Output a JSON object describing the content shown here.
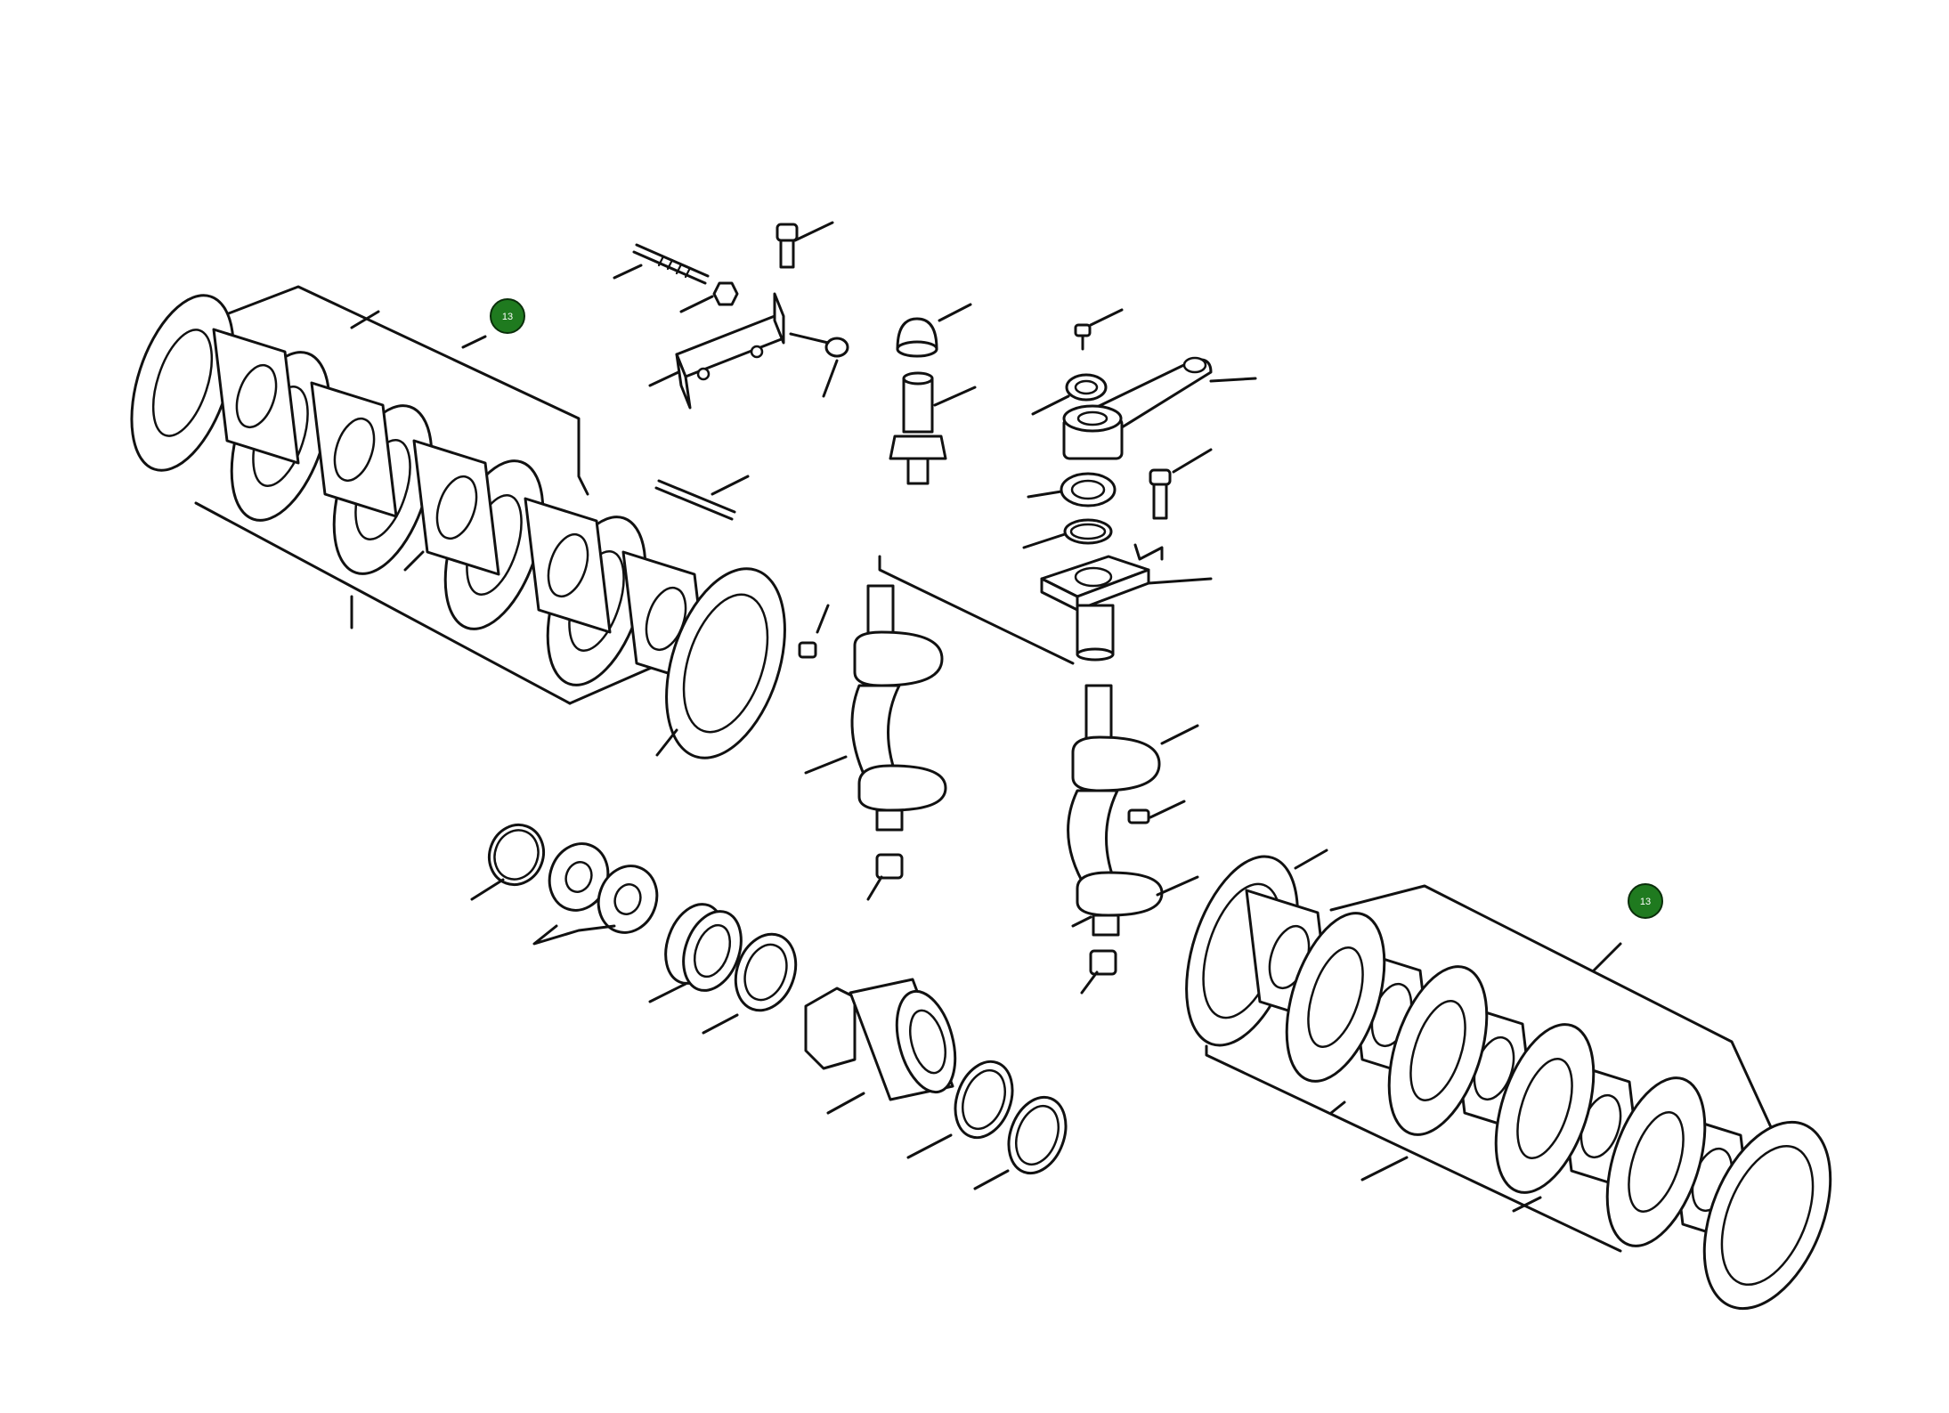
{
  "callouts": [
    {
      "id": "callout-upper-left",
      "label": "13",
      "color": "#1f7a1f"
    },
    {
      "id": "callout-lower-right",
      "label": "13",
      "color": "#1f7a1f"
    }
  ]
}
